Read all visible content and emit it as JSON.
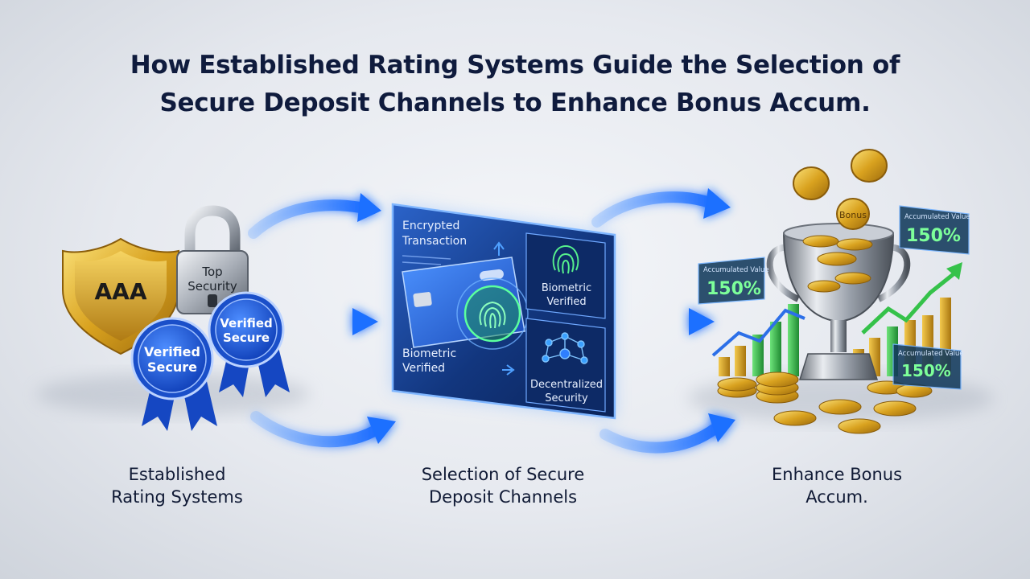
{
  "title": {
    "line1": "How Established Rating Systems Guide the Selection of",
    "line2": "Secure Deposit Channels to Enhance Bonus Accum."
  },
  "stages": [
    {
      "label_line1": "Established",
      "label_line2": "Rating Systems"
    },
    {
      "label_line1": "Selection of Secure",
      "label_line2": "Deposit Channels"
    },
    {
      "label_line1": "Enhance Bonus",
      "label_line2": "Accum."
    }
  ],
  "ratings": {
    "shield_text": "AAA",
    "lock_line1": "Top",
    "lock_line2": "Security",
    "ribbon1_line1": "Verified",
    "ribbon1_line2": "Secure",
    "ribbon2_line1": "Verified",
    "ribbon2_line2": "Secure"
  },
  "deposit_panel": {
    "encrypted_line1": "Encrypted",
    "encrypted_line2": "Transaction",
    "biometric_top_line1": "Biometric",
    "biometric_top_line2": "Verified",
    "biometric_bottom_line1": "Biometric",
    "biometric_bottom_line2": "Verified",
    "decentralized_line1": "Decentralized",
    "decentralized_line2": "Security"
  },
  "bonus": {
    "card_left_caption": "Accumulated Value",
    "card_left_value": "150%",
    "card_top_caption": "Accumulated Value",
    "card_top_value": "150%",
    "card_right_caption": "Accumulated Value",
    "card_right_value": "150%",
    "coin_label": "Bonus"
  },
  "colors": {
    "title": "#0f1b3d",
    "arrow_blue": "#1f6fff",
    "panel_blue": "#123a8a",
    "gold": "#e2b32f",
    "green": "#35c24a",
    "value_green": "#7dff9a"
  }
}
